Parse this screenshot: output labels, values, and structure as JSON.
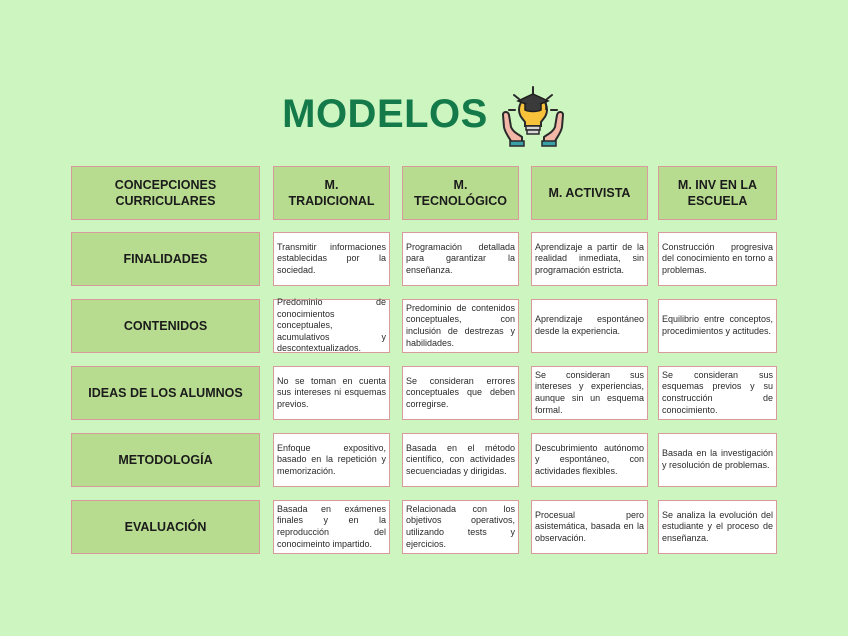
{
  "title": "MODELOS",
  "icon": "lightbulb-graduation-hands-icon",
  "colors": {
    "background": "#ccf5c0",
    "header_fill": "#b7dc8f",
    "title": "#147a4a",
    "border": "#d89a9a"
  },
  "columns": [
    "CONCEPCIONES CURRICULARES",
    "M. TRADICIONAL",
    "M. TECNOLÓGICO",
    "M. ACTIVISTA",
    "M. INV EN LA ESCUELA"
  ],
  "rows": [
    {
      "label": "FINALIDADES",
      "cells": [
        "Transmitir informaciones establecidas por la sociedad.",
        "Programación detallada para garantizar la enseñanza.",
        "Aprendizaje a partir de la realidad inmediata, sin programación estricta.",
        "Construcción progresiva del conocimiento en torno a problemas."
      ]
    },
    {
      "label": "CONTENIDOS",
      "cells": [
        "Predominio de conocimientos conceptuales, acumulativos y descontextualizados.",
        "Predominio de contenidos conceptuales, con inclusión de destrezas y habilidades.",
        "Aprendizaje espontáneo desde la experiencia.",
        "Equilibrio entre conceptos, procedimientos y actitudes."
      ]
    },
    {
      "label": "IDEAS DE LOS ALUMNOS",
      "cells": [
        "No se toman en cuenta sus intereses ni esquemas previos.",
        "Se consideran errores conceptuales que deben corregirse.",
        "Se consideran sus intereses y experiencias, aunque sin un esquema formal.",
        "Se consideran sus esquemas previos y su construcción de conocimiento."
      ]
    },
    {
      "label": "METODOLOGÍA",
      "cells": [
        "Enfoque expositivo, basado en la repetición y memorización.",
        "Basada en el método científico, con actividades secuenciadas y dirigidas.",
        "Descubrimiento autónomo y espontáneo, con actividades flexibles.",
        "Basada en la investigación y resolución de problemas."
      ]
    },
    {
      "label": "EVALUACIÓN",
      "cells": [
        "Basada en exámenes finales y en la reproducción del conocimeinto impartido.",
        "Relacionada con los objetivos operativos, utilizando tests y ejercicios.",
        "Procesual pero asistemática, basada en la observación.",
        "Se analiza la evolución del estudiante y el proceso de enseñanza."
      ]
    }
  ]
}
